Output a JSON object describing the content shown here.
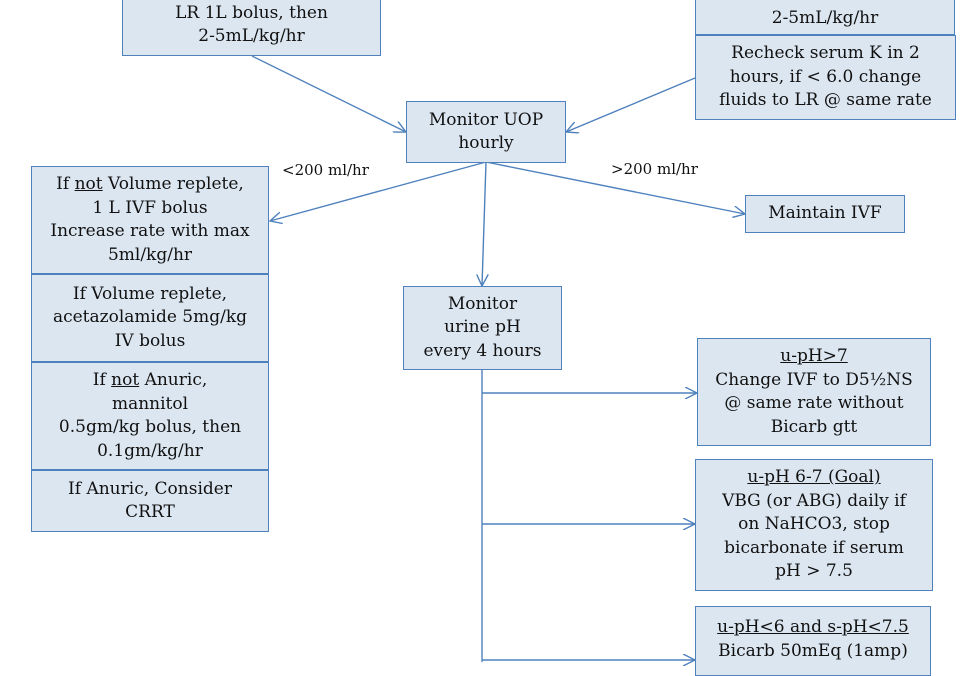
{
  "nodes": {
    "lr_bolus": {
      "line1": "LR 1L bolus, then",
      "line2": "2-5mL/kg/hr"
    },
    "top_right_partial": {
      "line1": "2-5mL/kg/hr"
    },
    "recheck_k": {
      "line1": "Recheck serum K in 2",
      "line2": "hours, if < 6.0 change",
      "line3": "fluids to LR @ same rate"
    },
    "monitor_uop": {
      "line1": "Monitor UOP",
      "line2": "hourly"
    },
    "not_volume_replete": {
      "pre": "If ",
      "underlined": "not",
      "post": " Volume replete,",
      "line2": "1 L IVF bolus",
      "line3": "Increase rate with max",
      "line4": "5ml/kg/hr"
    },
    "volume_replete": {
      "line1": "If Volume replete,",
      "line2": "acetazolamide 5mg/kg",
      "line3": "IV bolus"
    },
    "not_anuric": {
      "pre": "If ",
      "underlined": "not",
      "post": " Anuric,",
      "line2": "mannitol",
      "line3": "0.5gm/kg bolus, then",
      "line4": "0.1gm/kg/hr"
    },
    "anuric": {
      "line1": "If Anuric, Consider",
      "line2": "CRRT"
    },
    "maintain_ivf": {
      "line1": "Maintain IVF"
    },
    "monitor_ph": {
      "line1": "Monitor",
      "line2": "urine pH",
      "line3": "every 4 hours"
    },
    "uph_gt7": {
      "heading": "u-pH>7",
      "line2": "Change IVF to D5½NS",
      "line3": "@ same rate without",
      "line4": "Bicarb gtt"
    },
    "uph_goal": {
      "heading": "u-pH 6-7 (Goal)",
      "line2": "VBG (or ABG) daily if",
      "line3": "on NaHCO3, stop",
      "line4": "bicarbonate if serum",
      "line5": "pH > 7.5"
    },
    "uph_lt6": {
      "heading": "u-pH<6 and s-pH<7.5",
      "line2": "Bicarb 50mEq (1amp)"
    }
  },
  "edge_labels": {
    "low_uop": "<200 ml/hr",
    "high_uop": ">200 ml/hr"
  },
  "colors": {
    "box_fill": "#dce6f1",
    "box_border": "#4f81bd",
    "connector": "#4f81bd"
  }
}
